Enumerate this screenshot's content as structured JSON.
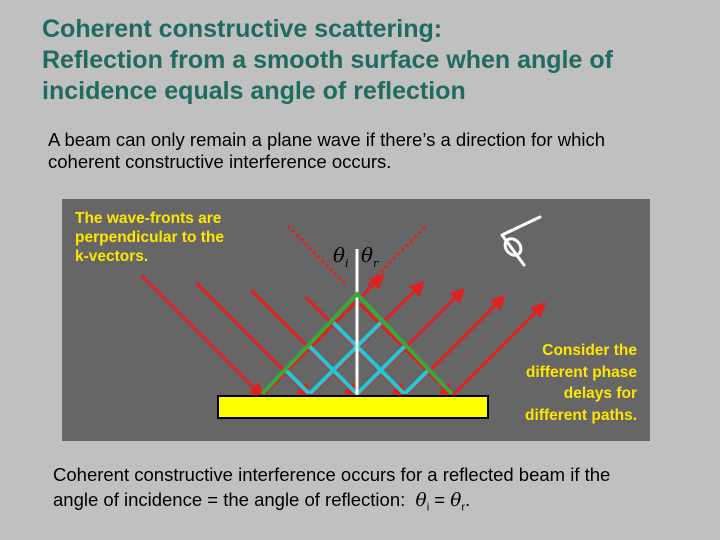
{
  "title": {
    "line1": "Coherent constructive scattering:",
    "line2": "Reflection from a smooth surface when angle of",
    "line3": "incidence equals angle of reflection"
  },
  "intro": {
    "line1": "A beam can only remain a plane wave if there’s a direction for which",
    "line2": "coherent constructive interference occurs."
  },
  "diagram": {
    "note_left": {
      "line1": "The wave-fronts are",
      "line2": "perpendicular to the",
      "line3": "k-vectors."
    },
    "note_right": {
      "line1": "Consider the",
      "line2": "different phase",
      "line3": "delays for",
      "line4": "different paths."
    },
    "theta_i": {
      "symbol": "θ",
      "sub": "i"
    },
    "theta_r": {
      "symbol": "θ",
      "sub": "r"
    },
    "colors": {
      "background": "#666666",
      "rays": "#e02020",
      "wavefronts": "#20c8d8",
      "triangle": "#3aa83a",
      "surface": "#ffff00",
      "normal": "#ffffff",
      "eye": "#ffffff"
    }
  },
  "footer": {
    "line1": "Coherent constructive interference occurs for a reflected beam if the",
    "line2_text": "angle of incidence = the angle of reflection:",
    "theta_symbol": "θ",
    "sub_i": "i",
    "equals": "=",
    "sub_r": "r",
    "period": "."
  }
}
